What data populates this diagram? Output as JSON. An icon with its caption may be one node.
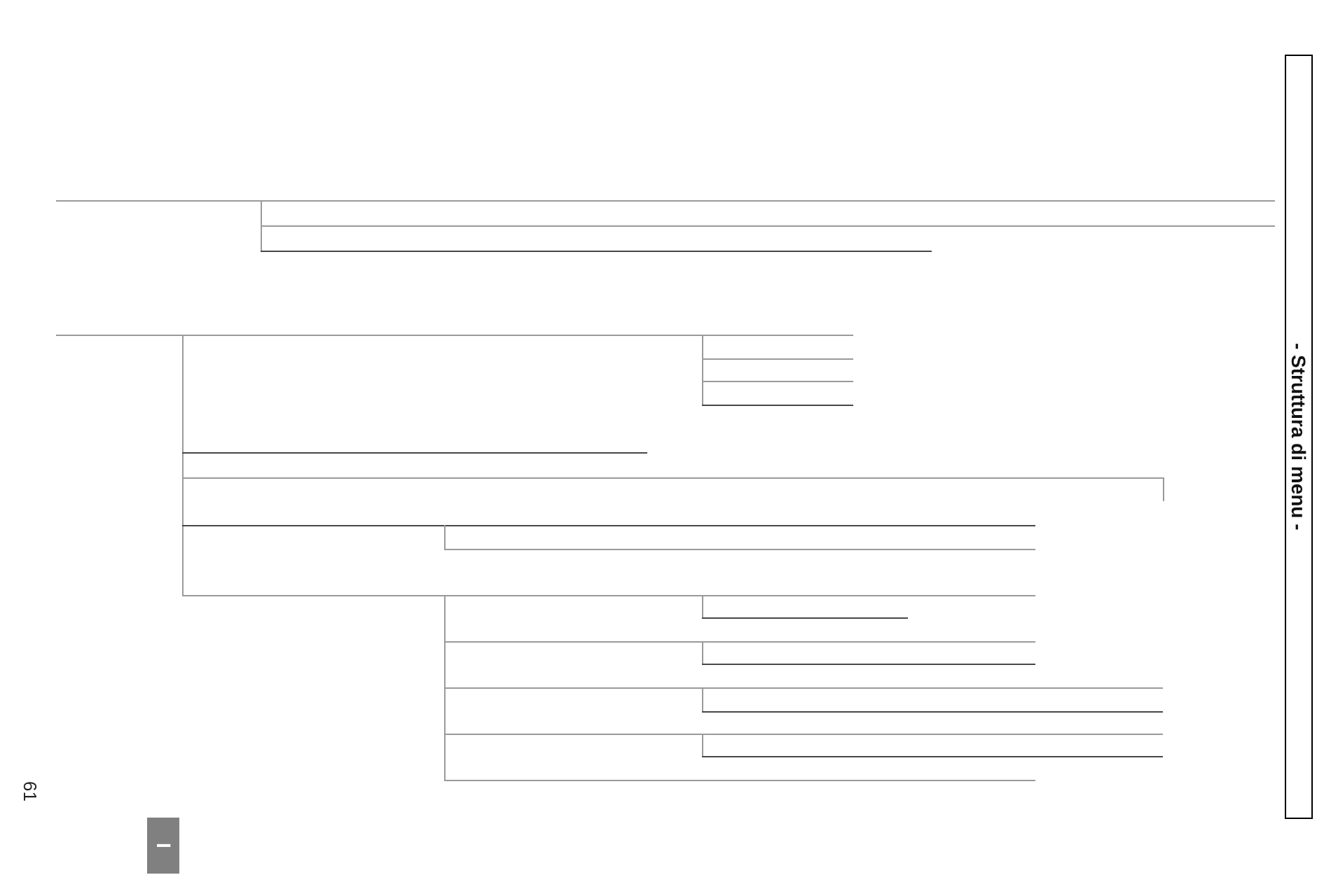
{
  "diagram": {
    "title": "- Struttura di menu -",
    "labels": [
      "61",
      "I"
    ]
  }
}
